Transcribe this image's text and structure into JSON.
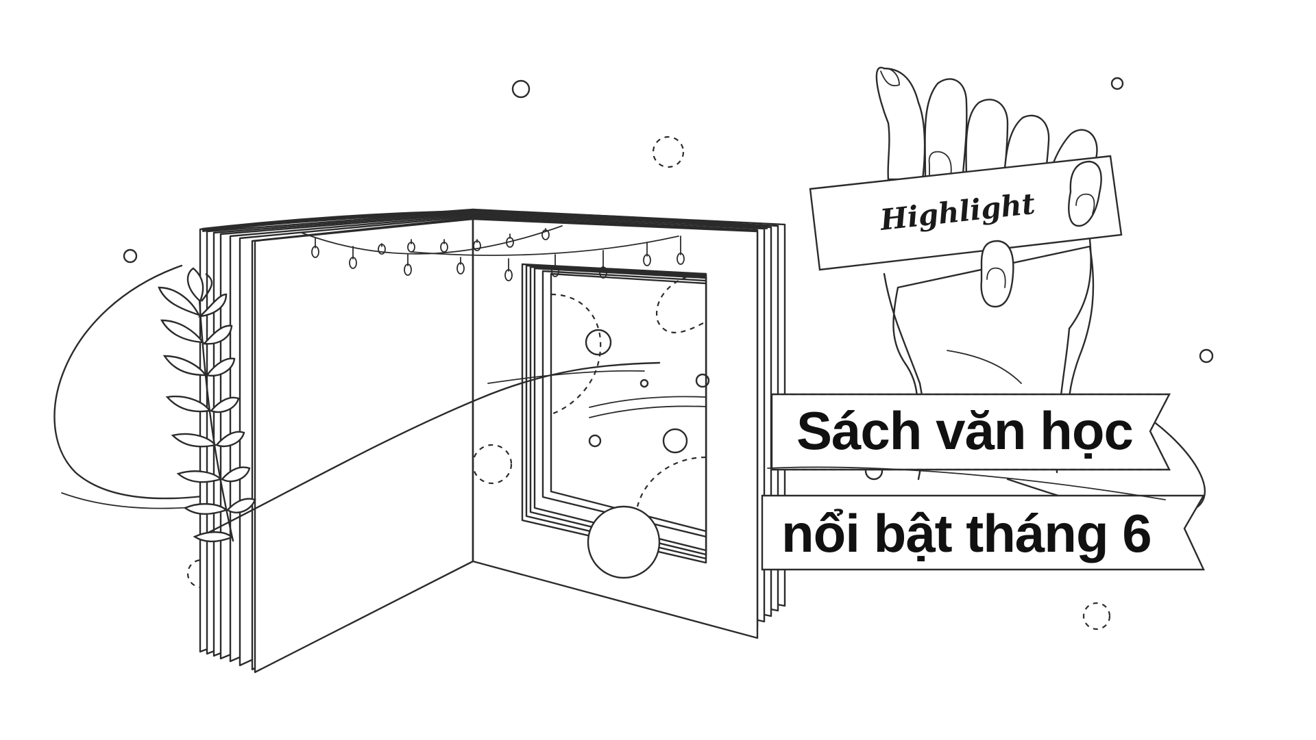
{
  "tag": {
    "label": "Highlight"
  },
  "banner": {
    "line1": "Sách văn học",
    "line2": "nổi bật tháng 6"
  },
  "colors": {
    "ink": "#2b2b2b",
    "background": "#ffffff",
    "text": "#111111"
  },
  "icons": [
    "open-book-illustration",
    "hand-holding-tag-illustration",
    "leaf-branch-icon",
    "string-lights-icon"
  ]
}
